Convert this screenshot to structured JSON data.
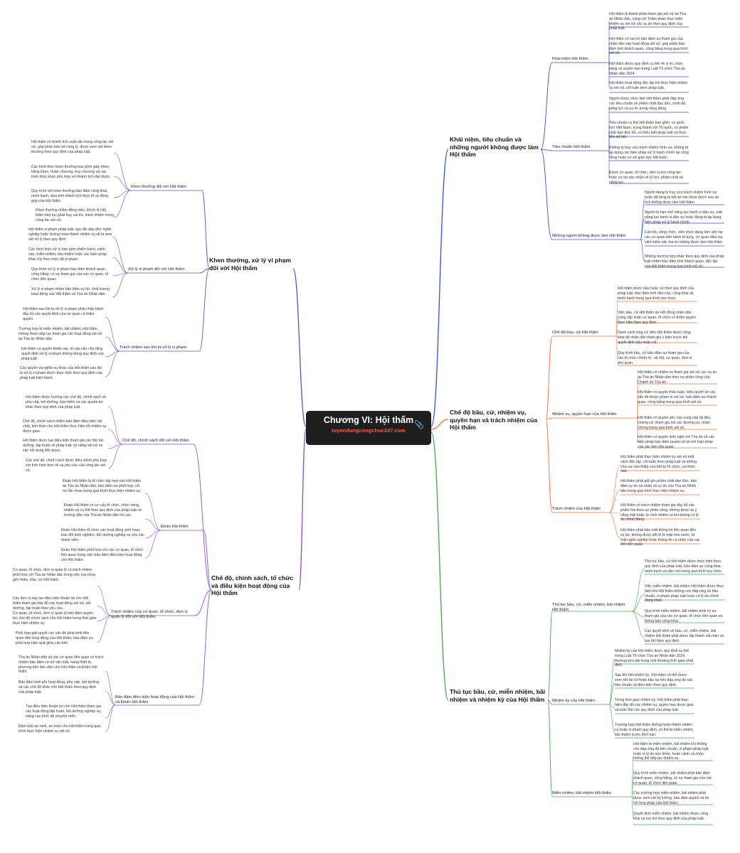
{
  "root": {
    "title": "Chương VI: Hội thẩm",
    "subtitle": "tuyendungcongchuc247.com",
    "icon": "paperclip-icon"
  },
  "colors": {
    "left_top": "#5b4fd6",
    "left_bottom": "#8a4fd6",
    "right_top": "#2f4fe0",
    "right_mid": "#ff6b35",
    "right_bottom": "#44a84a"
  },
  "branches": [
    {
      "label": "Khái niệm, tiêu chuẩn và những người không được làm Hội thẩm",
      "subs": [
        {
          "label": "Khái niệm Hội thẩm",
          "leaves": [
            "Hội thẩm là thành phần tham gia xét xử tại Tòa án Nhân dân, cùng với Thẩm phán thực hiện nhiệm vụ xét xử các vụ án theo quy định của pháp luật.",
            "Hội thẩm có vai trò bảo đảm sự tham gia của nhân dân vào hoạt động xét xử, góp phần bảo đảm tính khách quan, công bằng trong quá trình xét xử.",
            "Hội thẩm được quy định cụ thể về vị trí, chức năng và quyền hạn trong Luật Tổ chức Tòa án Nhân dân 2024.",
            "Hội thẩm hoạt động độc lập khi thực hiện nhiệm vụ xét xử, chỉ tuân theo pháp luật."
          ]
        },
        {
          "label": "Tiêu chuẩn Hội thẩm",
          "leaves": [
            "Người được chọn làm Hội thẩm phải đáp ứng các tiêu chuẩn về phẩm chất đạo đức, trình độ, năng lực và uy tín trong cộng đồng.",
            "Tiêu chuẩn cụ thể Hội thẩm bao gồm: có quốc tịch Việt Nam, trung thành với Tổ quốc, có phẩm chất đạo đức tốt, có hiểu biết pháp luật và thực tiễn xã hội.",
            "Không bị truy cứu trách nhiệm hình sự, không bị áp dụng các biện pháp xử lý hành chính tại cộng đồng hoặc cơ sở giáo dục bắt buộc.",
            "Được cơ quan, tổ chức, đơn vị nơi công tác hoặc cư trú xác nhận về lý lịch, phẩm chất và năng lực."
          ]
        },
        {
          "label": "Những người không được làm Hội thẩm",
          "leaves": [
            "Người đang bị truy cứu trách nhiệm hình sự hoặc đã từng bị kết án mà chưa được xóa án tích không được làm Hội thẩm.",
            "Người bị hạn chế năng lực hành vi dân sự, mất năng lực hành vi dân sự hoặc đang bị áp dụng biện pháp xử lý hành chính.",
            "Cán bộ, công chức, viên chức đang làm việc tại các cơ quan tiến hành tố tụng, cơ quan điều tra, viện kiểm sát, tòa án không được làm Hội thẩm.",
            "Những trường hợp khác theo quy định của pháp luật nhằm bảo đảm tính khách quan, độc lập của Hội thẩm trong quá trình xét xử."
          ]
        }
      ]
    },
    {
      "label": "Chế độ bầu, cử, nhiệm vụ, quyền hạn và trách nhiệm của Hội thẩm",
      "subs": [
        {
          "label": "Chế độ bầu, cử Hội thẩm",
          "leaves": [
            "Hội thẩm được bầu hoặc cử theo quy định của pháp luật, bảo đảm tính dân chủ, công khai và minh bạch trong quá trình lựa chọn.",
            "Việc bầu, cử Hội thẩm do Hội đồng nhân dân cùng cấp hoặc cơ quan, tổ chức có thẩm quyền thực hiện theo quy định.",
            "Danh sách ứng cử viên Hội thẩm được công khai để nhân dân tham gia ý kiến trước khi quyết định bầu hoặc cử.",
            "Quy trình bầu, cử bảo đảm sự tham gia của các tổ chức chính trị - xã hội, cơ quan, đơn vị liên quan."
          ]
        },
        {
          "label": "Nhiệm vụ, quyền hạn của Hội thẩm",
          "leaves": [
            "Hội thẩm có nhiệm vụ tham gia xét xử các vụ án tại Tòa án Nhân dân theo sự phân công của Chánh án Tòa án.",
            "Hội thẩm có quyền thảo luận, biểu quyết về các vấn đề thuộc phạm vi xét xử, bảo đảm sự khách quan, công bằng trong quá trình xét xử.",
            "Hội thẩm có quyền yêu cầu cung cấp tài liệu, chứng cứ, tham gia hỏi các đương sự, nhân chứng trong quá trình xét xử.",
            "Hội thẩm có quyền kiến nghị với Tòa án về các biện pháp bảo đảm quyền và lợi ích hợp pháp của các bên liên quan."
          ]
        },
        {
          "label": "Trách nhiệm của Hội thẩm",
          "leaves": [
            "Hội thẩm phải thực hiện nhiệm vụ xét xử một cách độc lập, chỉ tuân theo pháp luật và không chịu sự can thiệp của bất kỳ tổ chức, cá nhân nào.",
            "Hội thẩm phải giữ gìn phẩm chất đạo đức, bảo đảm uy tín cá nhân và uy tín của Tòa án Nhân dân trong quá trình thực hiện nhiệm vụ.",
            "Hội thẩm có trách nhiệm tham gia đầy đủ các phiên tòa theo sự phân công, không được tự ý vắng mặt hoặc từ chối nhiệm vụ khi không có lý do chính đáng.",
            "Hội thẩm phải bảo mật thông tin liên quan đến vụ án, không được tiết lộ bí mật nhà nước, bí mật nghề nghiệp hoặc thông tin cá nhân của các bên liên quan."
          ]
        }
      ]
    },
    {
      "label": "Thủ tục bầu, cử, miễn nhiệm, bãi nhiệm và nhiệm kỳ của Hội thẩm",
      "subs": [
        {
          "label": "Thủ tục bầu, cử, miễn nhiệm, bãi nhiệm Hội thẩm",
          "leaves": [
            "Thủ tục bầu, cử Hội thẩm được thực hiện theo quy định của pháp luật, bảo đảm sự công khai, minh bạch và dân chủ trong quá trình lựa chọn.",
            "Việc miễn nhiệm, bãi nhiệm Hội thẩm được thực hiện khi Hội thẩm không còn đáp ứng đủ tiêu chuẩn, vi phạm pháp luật hoặc có lý do chính đáng khác.",
            "Quy trình miễn nhiệm, bãi nhiệm phải có sự tham gia của các cơ quan, tổ chức liên quan và thông báo công khai.",
            "Các quyết định về bầu, cử, miễn nhiệm, bãi nhiệm Hội thẩm phải được lập thành văn bản và lưu trữ theo quy định."
          ]
        },
        {
          "label": "Nhiệm kỳ của Hội thẩm",
          "leaves": [
            "Nhiệm kỳ của Hội thẩm được quy định cụ thể trong Luật Tổ chức Tòa án Nhân dân 2024, thường kéo dài trong một khoảng thời gian nhất định.",
            "Sau khi hết nhiệm kỳ, Hội thẩm có thể được xem xét tái cử hoặc bầu lại nếu đáp ứng đủ các tiêu chuẩn và điều kiện theo quy định.",
            "Trong thời gian nhiệm kỳ, Hội thẩm phải thực hiện đầy đủ các nhiệm vụ, quyền hạn được giao và tuân thủ các quy định của pháp luật.",
            "Trường hợp Hội thẩm không hoàn thành nhiệm vụ hoặc vi phạm quy định, có thể bị miễn nhiệm, bãi nhiệm trước thời hạn."
          ]
        },
        {
          "label": "Miễn nhiệm, bãi nhiệm Hội thẩm",
          "leaves": [
            "Hội thẩm bị miễn nhiệm, bãi nhiệm khi không còn đáp ứng đủ tiêu chuẩn, vi phạm pháp luật hoặc vì lý do sức khỏe, hoàn cảnh cá nhân không thể tiếp tục nhiệm vụ.",
            "Quy trình miễn nhiệm, bãi nhiệm phải bảo đảm khách quan, công bằng, có sự tham gia của các cơ quan, tổ chức liên quan.",
            "Các trường hợp miễn nhiệm, bãi nhiệm phải được xem xét kỹ lưỡng, bảo đảm quyền và lợi ích hợp pháp của Hội thẩm.",
            "Quyết định miễn nhiệm, bãi nhiệm được công khai và lưu trữ theo quy định của pháp luật."
          ]
        }
      ]
    },
    {
      "label": "Khen thưởng, xử lý vi phạm đối với Hội thẩm",
      "subs": [
        {
          "label": "Khen thưởng đối với Hội thẩm",
          "leaves": [
            "Hội thẩm có thành tích xuất sắc trong công tác xét xử, góp phần bảo vệ công lý, được xem xét khen thưởng theo quy định của pháp luật.",
            "Các hình thức khen thưởng bao gồm giấy khen, bằng khen, huân chương, huy chương và các hình thức khác phù hợp với thành tích đạt được.",
            "Quy trình xét khen thưởng bảo đảm công khai, minh bạch, dựa trên thành tích thực tế và đóng góp của Hội thẩm.",
            "Khen thưởng nhằm động viên, khích lệ Hội thẩm tiếp tục phát huy vai trò, trách nhiệm trong công tác xét xử."
          ]
        },
        {
          "label": "Xử lý vi phạm đối với Hội thẩm",
          "leaves": [
            "Hội thẩm vi phạm pháp luật, quy tắc đạo đức nghề nghiệp hoặc không hoàn thành nhiệm vụ sẽ bị xem xét xử lý theo quy định.",
            "Các hình thức xử lý bao gồm khiển trách, cảnh cáo, miễn nhiệm, bãi nhiệm hoặc các biện pháp khác tùy theo mức độ vi phạm.",
            "Quy trình xử lý vi phạm bảo đảm khách quan, công bằng, có sự tham gia của các cơ quan, tổ chức liên quan.",
            "Xử lý vi phạm nhằm bảo đảm uy tín, chất lượng hoạt động của Hội thẩm và Tòa án Nhân dân."
          ]
        },
        {
          "label": "Trách nhiệm sau khi bị xử lý vi phạm",
          "leaves": [
            "Hội thẩm sau khi bị xử lý vi phạm phải chấp hành đầy đủ các quyết định của cơ quan có thẩm quyền.",
            "Trường hợp bị miễn nhiệm, bãi nhiệm, Hội thẩm không được tiếp tục tham gia các hoạt động xét xử tại Tòa án Nhân dân.",
            "Hội thẩm có quyền khiếu nại, tố cáo nếu cho rằng quyết định xử lý vi phạm không đúng quy định của pháp luật.",
            "Các quyền và nghĩa vụ khác của Hội thẩm sau khi bị xử lý vi phạm được thực hiện theo quy định của pháp luật hiện hành."
          ]
        }
      ]
    },
    {
      "label": "Chế độ, chính sách, tổ chức và điều kiện hoạt động của Hội thẩm",
      "subs": [
        {
          "label": "Chế độ, chính sách đối với Hội thẩm",
          "leaves": [
            "Hội thẩm được hưởng các chế độ, chính sách về phụ cấp, bồi dưỡng, bảo hiểm và các quyền lợi khác theo quy định của pháp luật.",
            "Chế độ, chính sách nhằm bảo đảm điều kiện vật chất, tinh thần cho Hội thẩm thực hiện tốt nhiệm vụ được giao.",
            "Hội thẩm được tạo điều kiện tham gia các lớp bồi dưỡng, tập huấn về pháp luật, kỹ năng xét xử và các nội dung liên quan.",
            "Các chế độ, chính sách được điều chỉnh phù hợp với tình hình thực tế và yêu cầu của công tác xét xử."
          ]
        },
        {
          "label": "Đoàn Hội thẩm",
          "leaves": [
            "Đoàn Hội thẩm là tổ chức tập hợp các Hội thẩm tại Tòa án Nhân dân, bảo đảm sự phối hợp, hỗ trợ lẫn nhau trong quá trình thực hiện nhiệm vụ.",
            "Đoàn Hội thẩm có cơ cấu tổ chức, chức năng, nhiệm vụ cụ thể theo quy định của pháp luật và hướng dẫn của Tòa án Nhân dân tối cao.",
            "Đoàn Hội thẩm tổ chức các hoạt động sinh hoạt, trao đổi kinh nghiệm, bồi dưỡng nghiệp vụ cho các thành viên.",
            "Đoàn Hội thẩm phối hợp với các cơ quan, tổ chức liên quan trong việc bảo đảm điều kiện hoạt động cho Hội thẩm."
          ]
        },
        {
          "label": "Trách nhiệm của cơ quan, tổ chức, đơn vị quản lý đối với Hội thẩm",
          "leaves": [
            "Cơ quan, tổ chức, đơn vị quản lý có trách nhiệm phối hợp với Tòa án Nhân dân trong việc lựa chọn, giới thiệu, bầu, cử Hội thẩm.",
            "Các đơn vị này tạo điều kiện thuận lợi cho Hội thẩm tham gia đầy đủ các hoạt động xét xử, bồi dưỡng, tập huấn theo yêu cầu.",
            "Cơ quan, tổ chức, đơn vị quản lý bảo đảm quyền lợi, chế độ chính sách cho Hội thẩm trong thời gian thực hiện nhiệm vụ.",
            "Phối hợp giải quyết các vấn đề phát sinh liên quan đến hoạt động của Hội thẩm, bảo đảm sự phối hợp hiệu quả giữa các bên."
          ]
        },
        {
          "label": "Bảo đảm điều kiện hoạt động của Hội thẩm và Đoàn Hội thẩm",
          "leaves": [
            "Tòa án Nhân dân và các cơ quan liên quan có trách nhiệm bảo đảm cơ sở vật chất, trang thiết bị, phương tiện làm việc cho Hội thẩm và Đoàn Hội thẩm.",
            "Bảo đảm kinh phí hoạt động, phụ cấp, bồi dưỡng và các chế độ khác cho Hội thẩm theo quy định của pháp luật.",
            "Tạo điều kiện thuận lợi cho Hội thẩm tham gia các hoạt động tập huấn, bồi dưỡng nghiệp vụ, nâng cao trình độ chuyên môn.",
            "Đảm bảo an ninh, an toàn cho Hội thẩm trong quá trình thực hiện nhiệm vụ xét xử."
          ]
        }
      ]
    }
  ]
}
